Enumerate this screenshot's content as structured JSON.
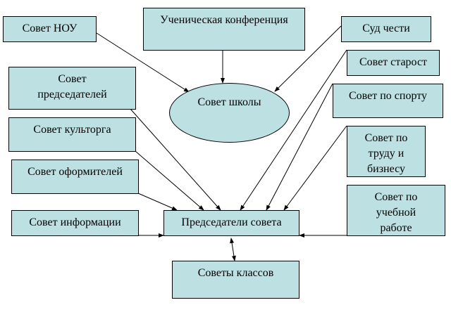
{
  "nodes": {
    "sovet_nou": "Совет НОУ",
    "conference": "Ученическая конференция",
    "sud_chesti": "Суд чести",
    "sovet_shkoly": "Совет школы",
    "sovet_starost": "Совет старост",
    "sovet_sport": "Совет по спорту",
    "sovet_trud": "Совет по труду и бизнесу",
    "sovet_ucheb": "Совет по учебной работе",
    "sovet_predsed": "Совет председателей",
    "sovet_kultorg": "Совет культорга",
    "sovet_oform": "Совет оформителей",
    "sovet_inform": "Совет информации",
    "predsedateli": "Председатели совета",
    "sovety_klassov": "Советы классов"
  },
  "colors": {
    "fill": "#bde0e3",
    "stroke": "#000000"
  }
}
